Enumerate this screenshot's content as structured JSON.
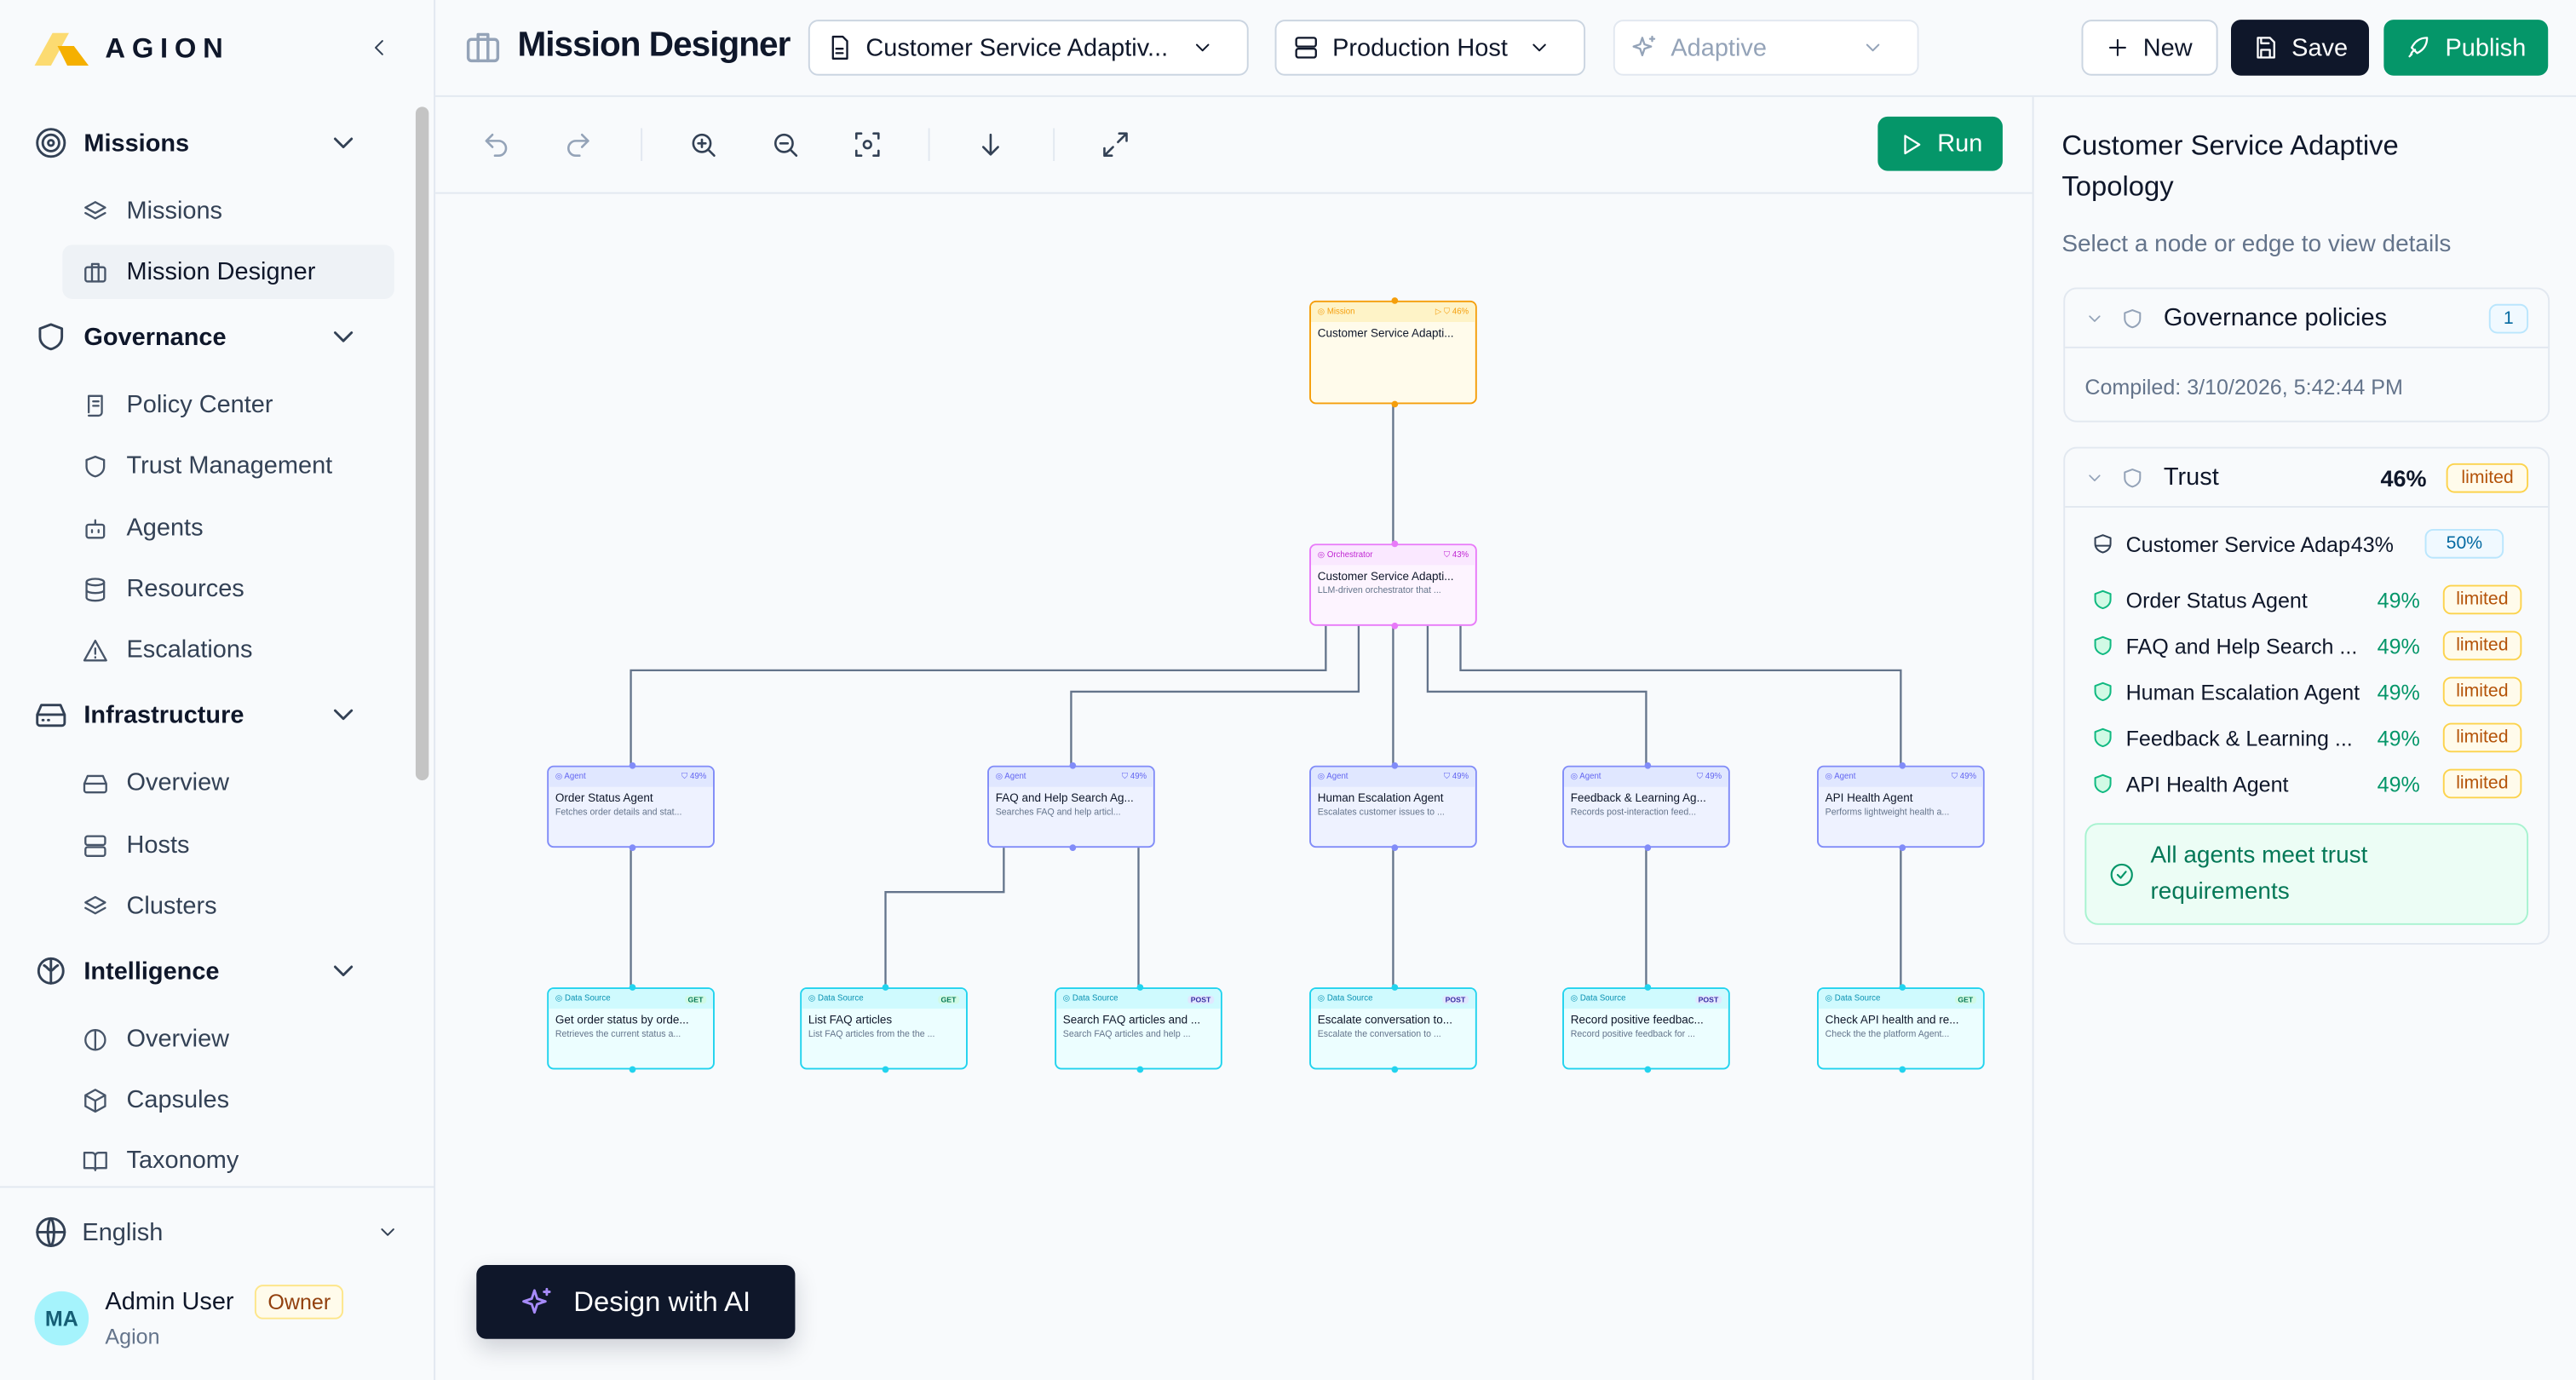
{
  "brand": {
    "name": "AGION"
  },
  "sidebar": {
    "sections": [
      {
        "label": "Missions",
        "items": [
          {
            "label": "Missions"
          },
          {
            "label": "Mission Designer",
            "active": true
          }
        ]
      },
      {
        "label": "Governance",
        "items": [
          {
            "label": "Policy Center"
          },
          {
            "label": "Trust Management"
          },
          {
            "label": "Agents"
          },
          {
            "label": "Resources"
          },
          {
            "label": "Escalations"
          }
        ]
      },
      {
        "label": "Infrastructure",
        "items": [
          {
            "label": "Overview"
          },
          {
            "label": "Hosts"
          },
          {
            "label": "Clusters"
          }
        ]
      },
      {
        "label": "Intelligence",
        "items": [
          {
            "label": "Overview"
          },
          {
            "label": "Capsules"
          },
          {
            "label": "Taxonomy"
          }
        ]
      }
    ],
    "language": "English",
    "user": {
      "initials": "MA",
      "name": "Admin User",
      "role": "Owner",
      "org": "Agion"
    }
  },
  "header": {
    "title": "Mission Designer",
    "mission_select": "Customer Service Adaptiv...",
    "host_select": "Production Host",
    "mode_select": "Adaptive",
    "new_label": "New",
    "save_label": "Save",
    "publish_label": "Publish"
  },
  "toolbar": {
    "run_label": "Run"
  },
  "canvas": {
    "design_ai_label": "Design with AI",
    "nodes": [
      {
        "kind": "mission",
        "type": "Mission",
        "title": "Customer Service Adapti...",
        "desc": "",
        "trust": "46%"
      },
      {
        "kind": "orch",
        "type": "Orchestrator",
        "title": "Customer Service Adapti...",
        "desc": "LLM-driven orchestrator that ...",
        "trust": "43%"
      },
      {
        "kind": "agent",
        "type": "Agent",
        "title": "Order Status Agent",
        "desc": "Fetches order details and stat...",
        "trust": "49%"
      },
      {
        "kind": "agent",
        "type": "Agent",
        "title": "FAQ and Help Search Ag...",
        "desc": "Searches FAQ and help articl...",
        "trust": "49%"
      },
      {
        "kind": "agent",
        "type": "Agent",
        "title": "Human Escalation Agent",
        "desc": "Escalates customer issues to ...",
        "trust": "49%"
      },
      {
        "kind": "agent",
        "type": "Agent",
        "title": "Feedback & Learning Ag...",
        "desc": "Records post-interaction feed...",
        "trust": "49%"
      },
      {
        "kind": "agent",
        "type": "Agent",
        "title": "API Health Agent",
        "desc": "Performs lightweight health a...",
        "trust": "49%"
      },
      {
        "kind": "ds",
        "type": "Data Source",
        "title": "Get order status by orde...",
        "desc": "Retrieves the current status a...",
        "method": "GET"
      },
      {
        "kind": "ds",
        "type": "Data Source",
        "title": "List FAQ articles",
        "desc": "List FAQ articles from the the ...",
        "method": "GET"
      },
      {
        "kind": "ds",
        "type": "Data Source",
        "title": "Search FAQ articles and ...",
        "desc": "Search FAQ articles and help ...",
        "method": "POST"
      },
      {
        "kind": "ds",
        "type": "Data Source",
        "title": "Escalate conversation to...",
        "desc": "Escalate the conversation to ...",
        "method": "POST"
      },
      {
        "kind": "ds",
        "type": "Data Source",
        "title": "Record positive feedbac...",
        "desc": "Record positive feedback for ...",
        "method": "POST"
      },
      {
        "kind": "ds",
        "type": "Data Source",
        "title": "Check API health and re...",
        "desc": "Check the the platform Agent...",
        "method": "GET"
      }
    ]
  },
  "panel": {
    "title": "Customer Service Adaptive Topology",
    "subtitle": "Select a node or edge to view details",
    "governance": {
      "label": "Governance policies",
      "count": "1",
      "compiled": "Compiled: 3/10/2026, 5:42:44 PM"
    },
    "trust": {
      "label": "Trust",
      "score": "46%",
      "status": "limited",
      "orchestrator": {
        "name": "Customer Service Adapt...",
        "score": "43%",
        "threshold": "50%"
      },
      "agents": [
        {
          "name": "Order Status Agent",
          "score": "49%",
          "status": "limited"
        },
        {
          "name": "FAQ and Help Search ...",
          "score": "49%",
          "status": "limited"
        },
        {
          "name": "Human Escalation Agent",
          "score": "49%",
          "status": "limited"
        },
        {
          "name": "Feedback & Learning ...",
          "score": "49%",
          "status": "limited"
        },
        {
          "name": "API Health Agent",
          "score": "49%",
          "status": "limited"
        }
      ],
      "message": "All agents meet trust requirements"
    }
  },
  "colors": {
    "accent_green": "#059669",
    "dark": "#0f172a",
    "mission": "#f59e0b",
    "orchestrator": "#e879f9",
    "agent": "#818cf8",
    "data_source": "#22d3ee",
    "limited": "#b45309"
  }
}
